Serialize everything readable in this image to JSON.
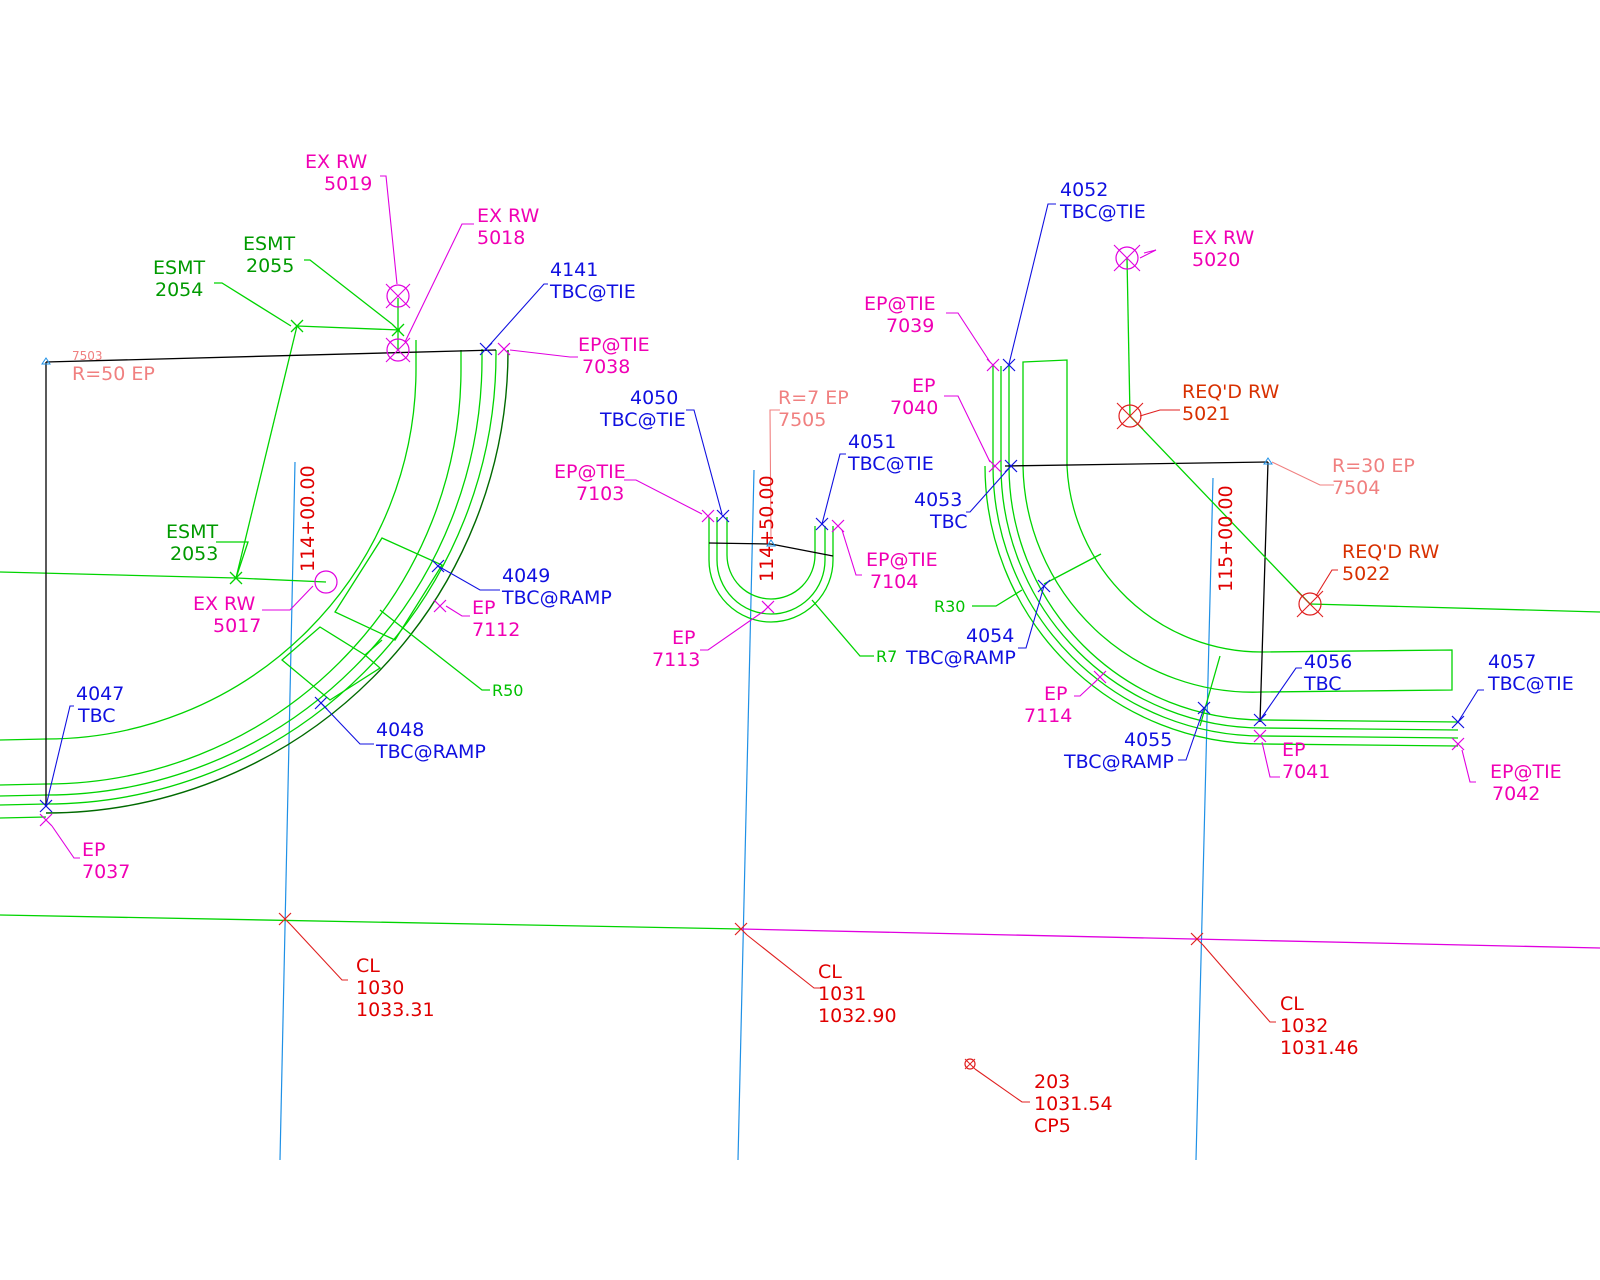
{
  "colors": {
    "pink": "#f000b4",
    "blue": "#1010e0",
    "green": "#009a00",
    "lime": "#00d400",
    "red": "#e00000",
    "salmon": "#f08080",
    "orange_red": "#d83000",
    "cyan": "#1e90e6",
    "black": "#000000"
  },
  "labels": {
    "exrw_5019_a": "EX RW",
    "exrw_5019_b": "5019",
    "exrw_5018_a": "EX RW",
    "exrw_5018_b": "5018",
    "esmt_2055_a": "ESMT",
    "esmt_2055_b": "2055",
    "esmt_2054_a": "ESMT",
    "esmt_2054_b": "2054",
    "tbc_4141_a": "4141",
    "tbc_4141_b": "TBC@TIE",
    "ep_7038_a": "EP@TIE",
    "ep_7038_b": "7038",
    "r_7503_a": "7503",
    "r_7503_b": "R=50 EP",
    "esmt_2053_a": "ESMT",
    "esmt_2053_b": "2053",
    "exrw_5017_a": "EX RW",
    "exrw_5017_b": "5017",
    "tbc_4049_a": "4049",
    "tbc_4049_b": "TBC@RAMP",
    "ep_7112_a": "EP",
    "ep_7112_b": "7112",
    "r50": "R50",
    "tbc_4047_a": "4047",
    "tbc_4047_b": "TBC",
    "tbc_4048_a": "4048",
    "tbc_4048_b": "TBC@RAMP",
    "ep_7037_a": "EP",
    "ep_7037_b": "7037",
    "sta_114_00": "114+00.00",
    "sta_114_50": "114+50.00",
    "sta_115_00": "115+00.00",
    "tbc_4050_a": "4050",
    "tbc_4050_b": "TBC@TIE",
    "r_7505_a": "R=7 EP",
    "r_7505_b": "7505",
    "tbc_4051_a": "4051",
    "tbc_4051_b": "TBC@TIE",
    "ep_7103_a": "EP@TIE",
    "ep_7103_b": "7103",
    "ep_7104_a": "EP@TIE",
    "ep_7104_b": "7104",
    "ep_7113_a": "EP",
    "ep_7113_b": "7113",
    "r7": "R7",
    "tbc_4052_a": "4052",
    "tbc_4052_b": "TBC@TIE",
    "exrw_5020_a": "EX RW",
    "exrw_5020_b": "5020",
    "ep_7039_a": "EP@TIE",
    "ep_7039_b": "7039",
    "ep_7040_a": "EP",
    "ep_7040_b": "7040",
    "reqrw_5021_a": "REQ'D RW",
    "reqrw_5021_b": "5021",
    "r_7504_a": "R=30 EP",
    "r_7504_b": "7504",
    "tbc_4053_a": "4053",
    "tbc_4053_b": "TBC",
    "reqrw_5022_a": "REQ'D RW",
    "reqrw_5022_b": "5022",
    "r30": "R30",
    "tbc_4054_a": "4054",
    "tbc_4054_b": "TBC@RAMP",
    "ep_7114_a": "EP",
    "ep_7114_b": "7114",
    "tbc_4056_a": "4056",
    "tbc_4056_b": "TBC",
    "tbc_4057_a": "4057",
    "tbc_4057_b": "TBC@TIE",
    "tbc_4055_a": "4055",
    "tbc_4055_b": "TBC@RAMP",
    "ep_7041_a": "EP",
    "ep_7041_b": "7041",
    "ep_7042_a": "EP@TIE",
    "ep_7042_b": "7042",
    "cl_1030_a": "CL",
    "cl_1030_b": "1030",
    "cl_1030_c": "1033.31",
    "cl_1031_a": "CL",
    "cl_1031_b": "1031",
    "cl_1031_c": "1032.90",
    "cl_1032_a": "CL",
    "cl_1032_b": "1032",
    "cl_1032_c": "1031.46",
    "cp_203_a": "203",
    "cp_203_b": "1031.54",
    "cp_203_c": "CP5"
  }
}
